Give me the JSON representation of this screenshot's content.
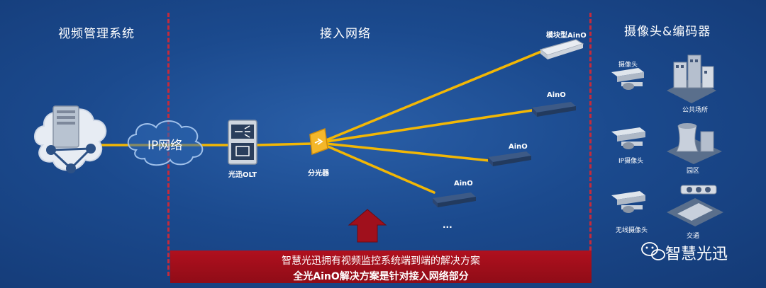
{
  "sections": {
    "video_mgmt": "视频管理系统",
    "access_network": "接入网络",
    "camera_encoder": "摄像头&编码器"
  },
  "cloud_label": "IP网络",
  "devices": {
    "olt": "光迅OLT",
    "splitter": "分光器",
    "module_aino": "模块型AinO",
    "aino_1": "AinO",
    "aino_2": "AinO",
    "aino_3": "AinO",
    "more": "..."
  },
  "cameras": {
    "cam1": "摄像头",
    "cam2": "IP摄像头",
    "cam3": "无线摄像头"
  },
  "scenes": {
    "public": "公共场所",
    "park": "园区",
    "traffic": "交通"
  },
  "banner": {
    "line1": "智慧光迅拥有视频监控系统端到端的解决方案",
    "line2": "全光AinO解决方案是针对接入网络部分"
  },
  "brand": "智慧光迅",
  "colors": {
    "background": "#1b4a8e",
    "divider": "#c62a3a",
    "fiber": "#f2b705",
    "banner": "#a00e1b"
  },
  "icons": [
    "server-icon",
    "cloud-icon",
    "olt-icon",
    "splitter-icon",
    "aino-device-icon",
    "arrow-up-icon",
    "camera-icon",
    "building-icon",
    "cooling-tower-icon",
    "traffic-icon",
    "wechat-icon"
  ]
}
